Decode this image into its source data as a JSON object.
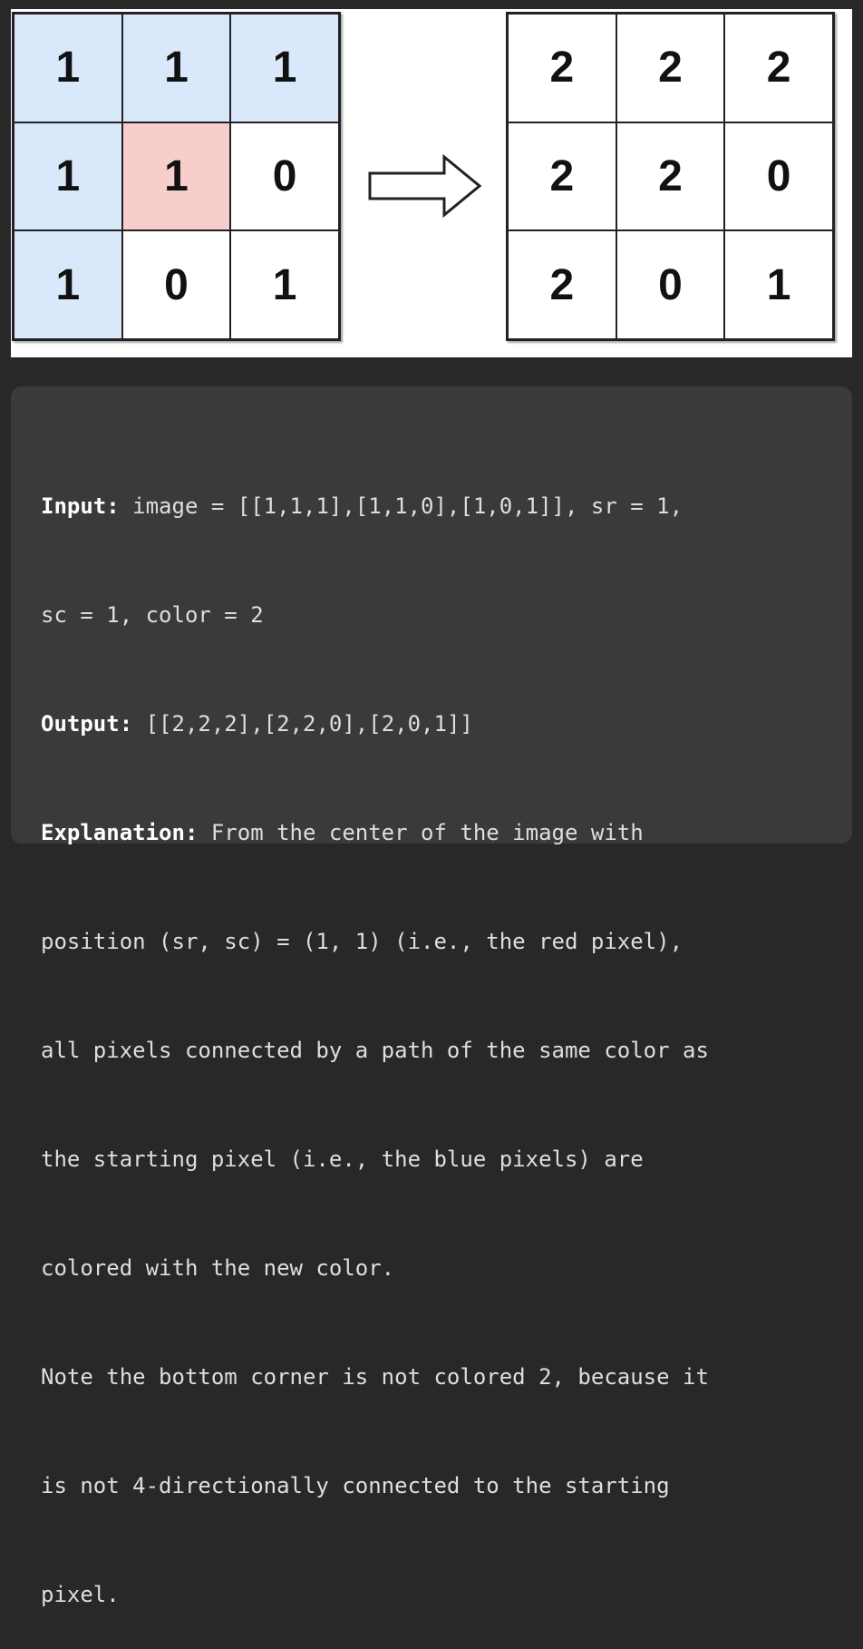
{
  "figure": {
    "input_grid": [
      [
        {
          "v": "1",
          "fill": "blue"
        },
        {
          "v": "1",
          "fill": "blue"
        },
        {
          "v": "1",
          "fill": "blue"
        }
      ],
      [
        {
          "v": "1",
          "fill": "blue"
        },
        {
          "v": "1",
          "fill": "red"
        },
        {
          "v": "0",
          "fill": "white"
        }
      ],
      [
        {
          "v": "1",
          "fill": "blue"
        },
        {
          "v": "0",
          "fill": "white"
        },
        {
          "v": "1",
          "fill": "white"
        }
      ]
    ],
    "output_grid": [
      [
        "2",
        "2",
        "2"
      ],
      [
        "2",
        "2",
        "0"
      ],
      [
        "2",
        "0",
        "1"
      ]
    ],
    "colors": {
      "blue": "#dae8fc",
      "red": "#f8cecc",
      "white": "#ffffff"
    },
    "arrow_icon": "right-arrow-icon"
  },
  "example": {
    "input_label": "Input:",
    "input_line1": " image = [[1,1,1],[1,1,0],[1,0,1]], sr = 1,",
    "input_line2": "sc = 1, color = 2",
    "output_label": "Output:",
    "output_value": " [[2,2,2],[2,2,0],[2,0,1]]",
    "explanation_label": "Explanation:",
    "explanation_lines": [
      " From the center of the image with",
      "position (sr, sc) = (1, 1) (i.e., the red pixel),",
      "all pixels connected by a path of the same color as",
      "the starting pixel (i.e., the blue pixels) are",
      "colored with the new color.",
      "Note the bottom corner is not colored 2, because it",
      "is not 4-directionally connected to the starting",
      "pixel."
    ]
  }
}
